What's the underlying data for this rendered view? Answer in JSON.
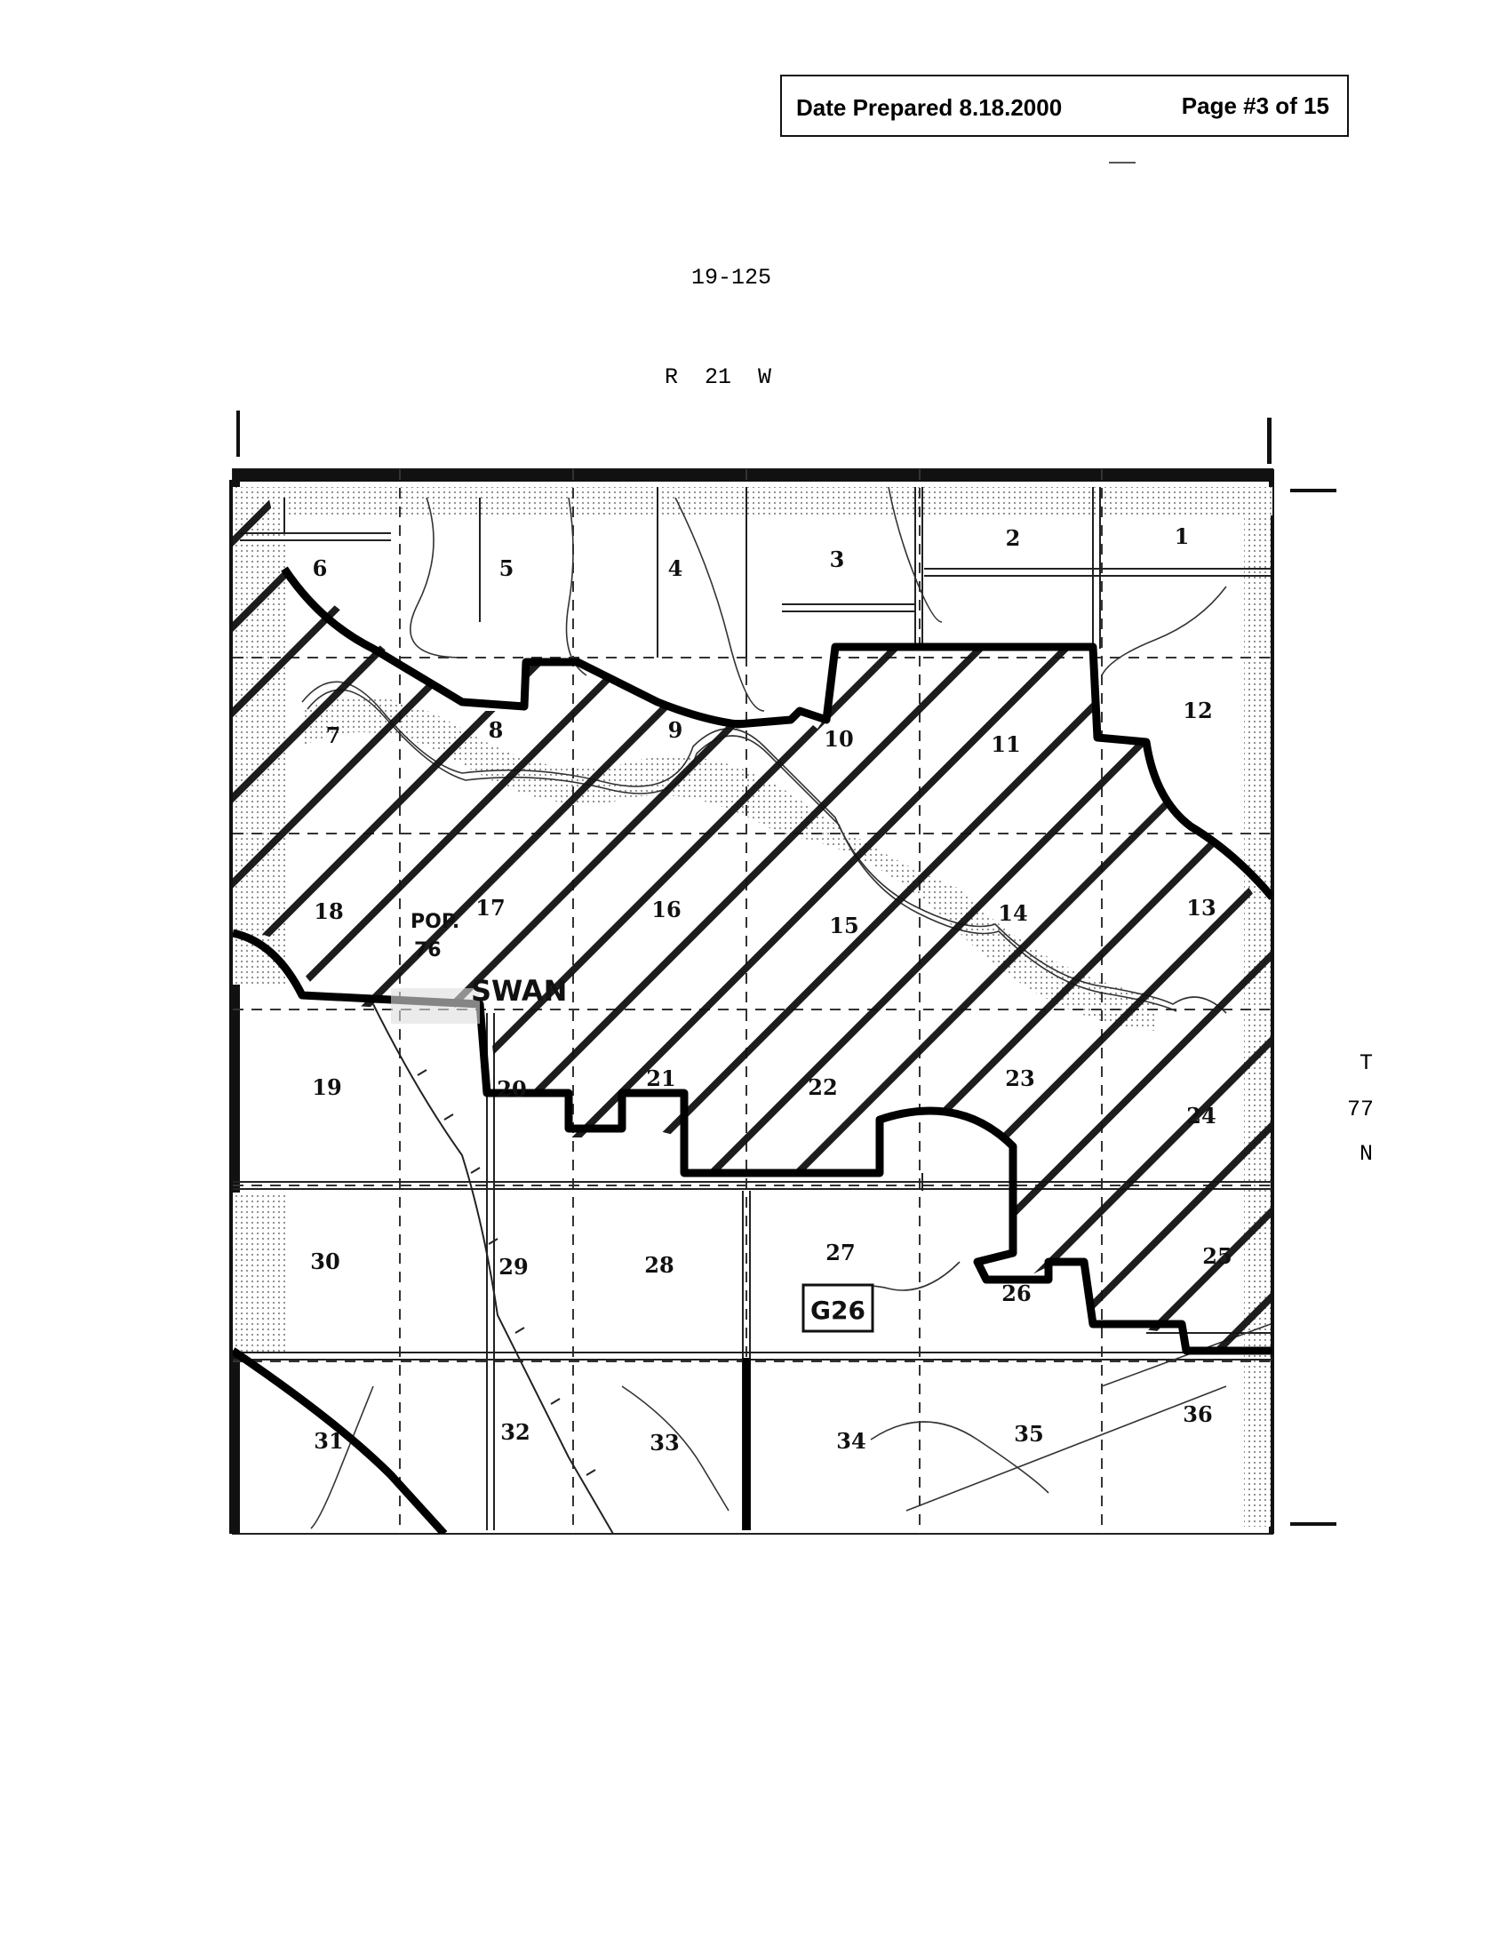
{
  "header": {
    "date_prepared": "Date Prepared 8.18.2000",
    "page_label": "Page #3 of 15"
  },
  "map": {
    "map_id": "19-125",
    "range_label": "R  21  W",
    "township": {
      "line1": "T",
      "line2": "77",
      "line3": "N"
    },
    "place_label": "SWAN",
    "population_label": "POP.",
    "population_value": "76",
    "zone_label": "G26",
    "sections": [
      "1",
      "2",
      "3",
      "4",
      "5",
      "6",
      "7",
      "8",
      "9",
      "10",
      "11",
      "12",
      "13",
      "14",
      "15",
      "16",
      "17",
      "18",
      "19",
      "20",
      "21",
      "22",
      "23",
      "24",
      "25",
      "26",
      "27",
      "28",
      "29",
      "30",
      "31",
      "32",
      "33",
      "34",
      "35",
      "36"
    ]
  }
}
